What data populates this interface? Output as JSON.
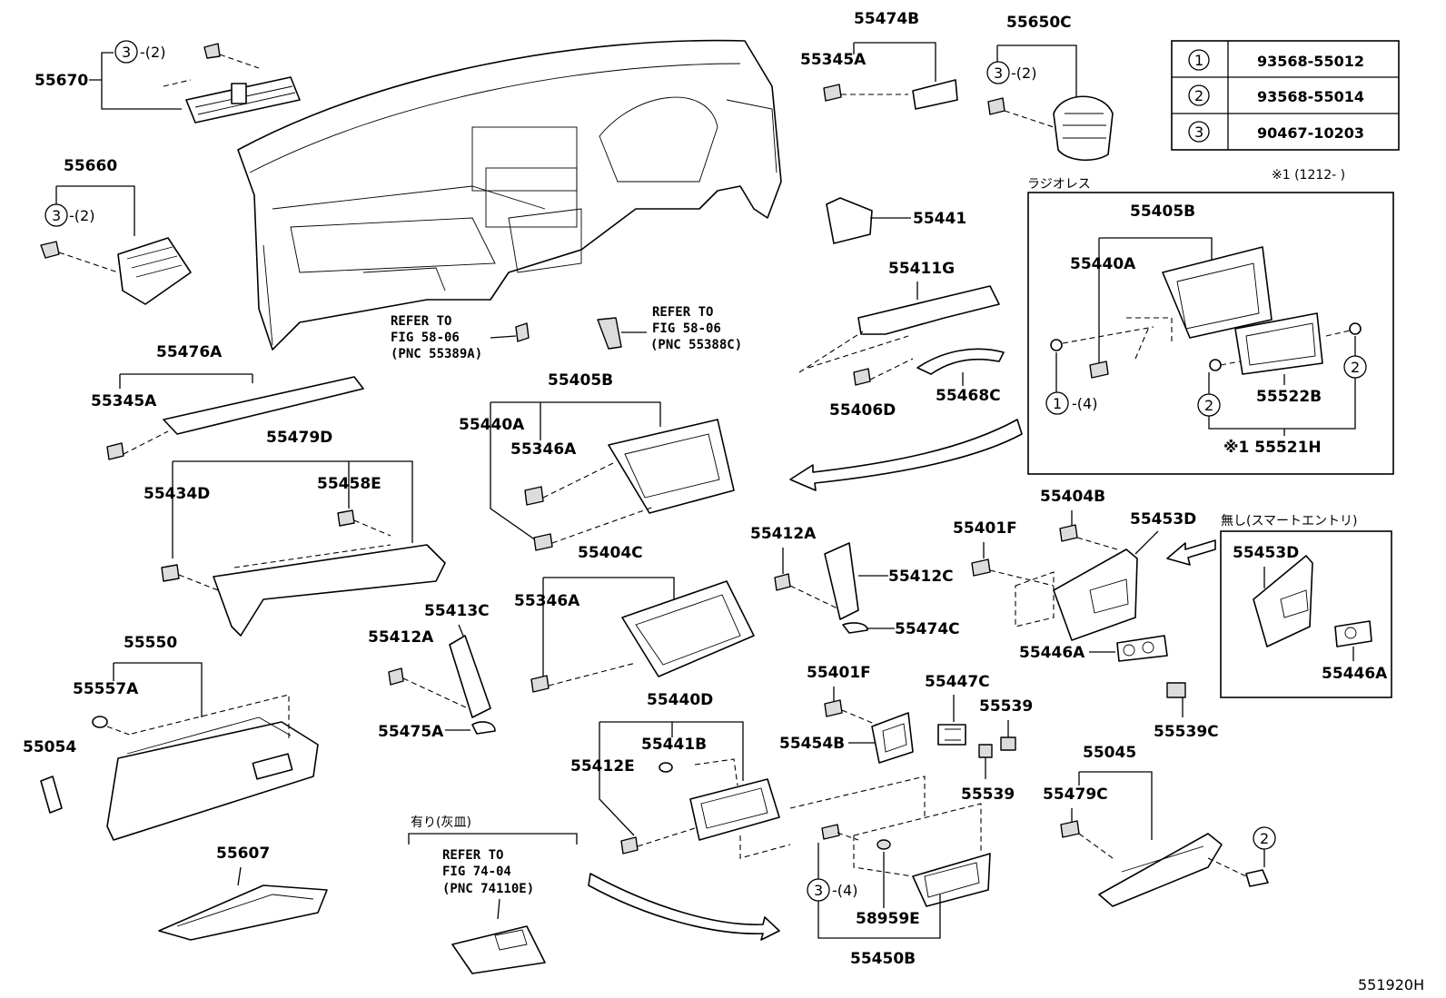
{
  "labels": {
    "p55670": "55670",
    "p55660": "55660",
    "p55476A": "55476A",
    "p55345A_l": "55345A",
    "p55479D": "55479D",
    "p55434D": "55434D",
    "p55458E": "55458E",
    "p55550": "55550",
    "p55557A": "55557A",
    "p55054": "55054",
    "p55607": "55607",
    "p55405B_c": "55405B",
    "p55440A_c": "55440A",
    "p55346A_1": "55346A",
    "p55404C": "55404C",
    "p55346A_2": "55346A",
    "p55413C": "55413C",
    "p55412A_1": "55412A",
    "p55475A": "55475A",
    "p55440D": "55440D",
    "p55441B": "55441B",
    "p55412E": "55412E",
    "p55474B": "55474B",
    "p55345A_t": "55345A",
    "p55650C": "55650C",
    "p55441": "55441",
    "p55411G": "55411G",
    "p55406D": "55406D",
    "p55468C": "55468C",
    "p55412A_2": "55412A",
    "p55412C": "55412C",
    "p55474C": "55474C",
    "p55401F_1": "55401F",
    "p55454B": "55454B",
    "p55447C": "55447C",
    "p55539_1": "55539",
    "p55539_2": "55539",
    "p55450B": "55450B",
    "p58959E": "58959E",
    "p55404B": "55404B",
    "p55401F_2": "55401F",
    "p55453D": "55453D",
    "p55446A": "55446A",
    "p55539C": "55539C",
    "p55045": "55045",
    "p55479C": "55479C",
    "p55405B_r": "55405B",
    "p55440A_r": "55440A",
    "p55522B": "55522B",
    "p55521H": "※1 55521H",
    "p55453D_r": "55453D",
    "p55446A_r": "55446A",
    "fig_code": "551920H"
  },
  "qty": {
    "q2": "-(2)",
    "q4": "-(4)"
  },
  "circles": {
    "c1": "1",
    "c2": "2",
    "c3": "3"
  },
  "notes": {
    "ref1": [
      "REFER TO",
      "FIG 58-06",
      "(PNC 55389A)"
    ],
    "ref2": [
      "REFER TO",
      "FIG 58-06",
      "(PNC 55388C)"
    ],
    "ref3": [
      "REFER TO",
      "FIG 74-04",
      "(PNC 74110E)"
    ],
    "ashtray": "有り(灰皿)",
    "radioless": "ラジオレス",
    "no_smart": "無し(スマートエントリ)",
    "footnote": "※1 (1212-      )"
  },
  "legend": [
    {
      "num": "1",
      "part": "93568-55012"
    },
    {
      "num": "2",
      "part": "93568-55014"
    },
    {
      "num": "3",
      "part": "90467-10203"
    }
  ]
}
